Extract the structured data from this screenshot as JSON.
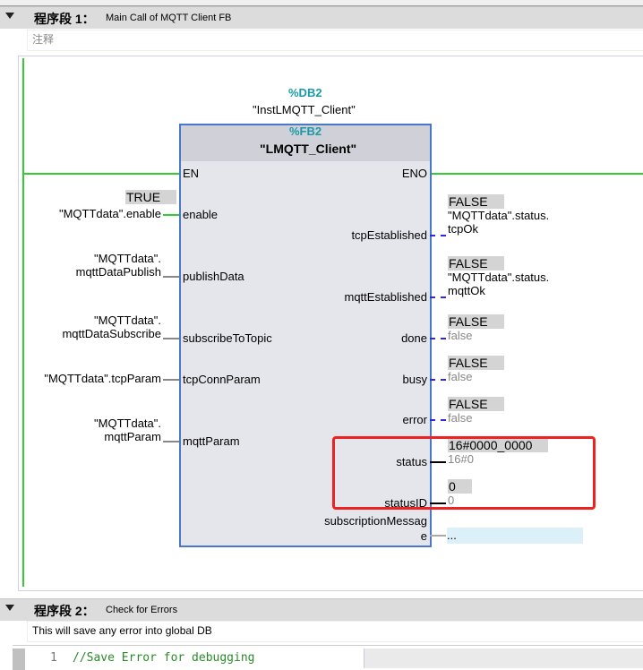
{
  "network1": {
    "title": "程序段 1：",
    "subtitle": "Main Call of MQTT Client FB",
    "comment": "注释"
  },
  "instance": {
    "db": "%DB2",
    "db_name": "\"InstLMQTT_Client\"",
    "fb": "%FB2",
    "fb_name": "\"LMQTT_Client\""
  },
  "inputs": [
    {
      "pin": "EN"
    },
    {
      "pin": "enable",
      "operand": [
        "\"MQTTdata\".enable"
      ],
      "monitor": "TRUE"
    },
    {
      "pin": "publishData",
      "operand": [
        "\"MQTTdata\".",
        "mqttDataPublish"
      ]
    },
    {
      "pin": "subscribeToTopic",
      "operand": [
        "\"MQTTdata\".",
        "mqttDataSubscribe"
      ]
    },
    {
      "pin": "tcpConnParam",
      "operand": [
        "\"MQTTdata\".tcpParam"
      ]
    },
    {
      "pin": "mqttParam",
      "operand": [
        "\"MQTTdata\".",
        "mqttParam"
      ]
    }
  ],
  "outputs": [
    {
      "pin": "ENO"
    },
    {
      "pin": "tcpEstablished",
      "monitor": "FALSE",
      "operand": [
        "\"MQTTdata\".status.",
        "tcpOk"
      ]
    },
    {
      "pin": "mqttEstablished",
      "monitor": "FALSE",
      "operand": [
        "\"MQTTdata\".status.",
        "mqttOk"
      ]
    },
    {
      "pin": "done",
      "monitor": "FALSE",
      "operand": [
        "false"
      ]
    },
    {
      "pin": "busy",
      "monitor": "FALSE",
      "operand": [
        "false"
      ]
    },
    {
      "pin": "error",
      "monitor": "FALSE",
      "operand": [
        "false"
      ]
    },
    {
      "pin": "status",
      "monitor": "16#0000_0000",
      "operand": [
        "16#0"
      ]
    },
    {
      "pin": "statusID",
      "monitor": "0",
      "operand": [
        "0"
      ]
    },
    {
      "pin": [
        "subscriptionMessag",
        "e"
      ],
      "operand": [
        "..."
      ]
    }
  ],
  "network2": {
    "title": "程序段 2：",
    "subtitle": "Check for Errors",
    "comment": "This will save any error into global DB",
    "code_line_no": "1",
    "code": "//Save Error for debugging"
  },
  "colors": {
    "highlight": "#ee2222",
    "rail": "#33cc33",
    "fb_border": "#4a78c8"
  }
}
